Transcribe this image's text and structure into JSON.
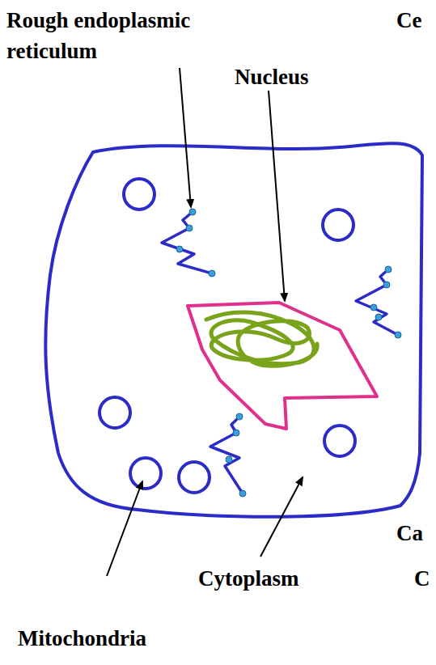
{
  "diagram": {
    "labels": [
      "Rough endoplasmic reticulum",
      "Ce",
      "Nucleus",
      "Ca",
      "Cytoplasm",
      "C",
      "Mitochondria"
    ]
  }
}
